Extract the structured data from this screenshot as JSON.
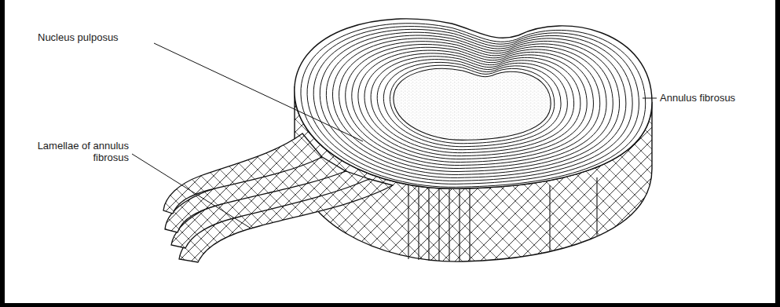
{
  "diagram": {
    "labels": [
      "Nucleus pulposus",
      "Annulus fibrosus",
      "Lamellae of annulus fibrosus"
    ]
  }
}
